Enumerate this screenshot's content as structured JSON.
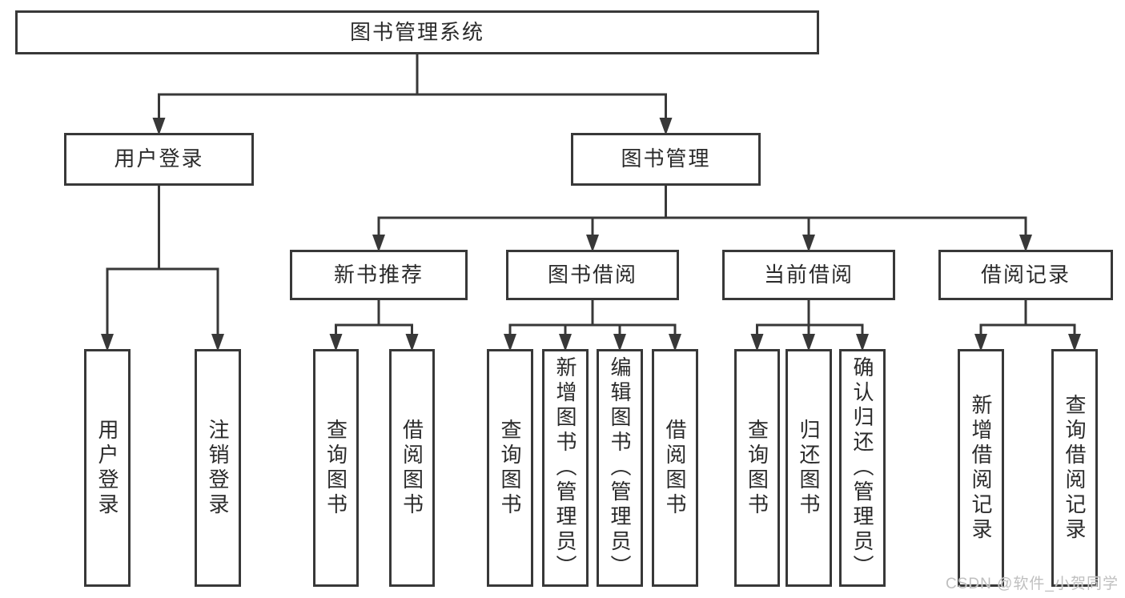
{
  "diagram": {
    "title": "图书管理系统",
    "nodes": [
      {
        "id": "root",
        "label": "图书管理系统",
        "parent": null,
        "orient": "h"
      },
      {
        "id": "login",
        "label": "用户登录",
        "parent": "root",
        "orient": "h"
      },
      {
        "id": "mgmt",
        "label": "图书管理",
        "parent": "root",
        "orient": "h"
      },
      {
        "id": "login-user",
        "label": "用户登录",
        "parent": "login",
        "orient": "v"
      },
      {
        "id": "login-logout",
        "label": "注销登录",
        "parent": "login",
        "orient": "v"
      },
      {
        "id": "new-books",
        "label": "新书推荐",
        "parent": "mgmt",
        "orient": "h"
      },
      {
        "id": "book-borrow",
        "label": "图书借阅",
        "parent": "mgmt",
        "orient": "h"
      },
      {
        "id": "current-borrow",
        "label": "当前借阅",
        "parent": "mgmt",
        "orient": "h"
      },
      {
        "id": "borrow-records",
        "label": "借阅记录",
        "parent": "mgmt",
        "orient": "h"
      },
      {
        "id": "new-query",
        "label": "查询图书",
        "parent": "new-books",
        "orient": "v"
      },
      {
        "id": "new-borrow",
        "label": "借阅图书",
        "parent": "new-books",
        "orient": "v"
      },
      {
        "id": "bb-query",
        "label": "查询图书",
        "parent": "book-borrow",
        "orient": "v"
      },
      {
        "id": "bb-add",
        "label": "新增图书（管理员）",
        "parent": "book-borrow",
        "orient": "v"
      },
      {
        "id": "bb-edit",
        "label": "编辑图书（管理员）",
        "parent": "book-borrow",
        "orient": "v"
      },
      {
        "id": "bb-borrow",
        "label": "借阅图书",
        "parent": "book-borrow",
        "orient": "v"
      },
      {
        "id": "cb-query",
        "label": "查询图书",
        "parent": "current-borrow",
        "orient": "v"
      },
      {
        "id": "cb-return",
        "label": "归还图书",
        "parent": "current-borrow",
        "orient": "v"
      },
      {
        "id": "cb-confirm",
        "label": "确认归还（管理员）",
        "parent": "current-borrow",
        "orient": "v"
      },
      {
        "id": "br-add",
        "label": "新增借阅记录",
        "parent": "borrow-records",
        "orient": "v"
      },
      {
        "id": "br-query",
        "label": "查询借阅记录",
        "parent": "borrow-records",
        "orient": "v"
      }
    ]
  },
  "watermark": {
    "text": "CSDN @软件_小贺同学"
  },
  "colors": {
    "line": "#383838",
    "border": "#383838",
    "text": "#2b2b2b",
    "background": "#ffffff",
    "watermark": "#bfbfbf"
  }
}
